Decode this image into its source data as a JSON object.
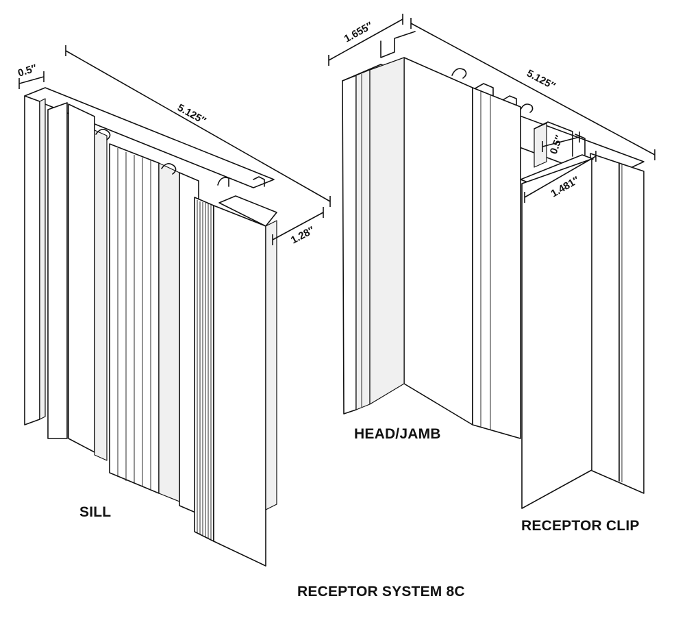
{
  "labels": {
    "sill": "SILL",
    "head_jamb": "HEAD/JAMB",
    "receptor_clip": "RECEPTOR CLIP",
    "system_title": "RECEPTOR SYSTEM 8C"
  },
  "dimensions": {
    "sill_width": "0.5″",
    "sill_length": "5.125″",
    "sill_height": "1.28″",
    "head_width": "1.655″",
    "head_length": "5.125″",
    "clip_width": "0.5″",
    "clip_length": "1.481″"
  }
}
